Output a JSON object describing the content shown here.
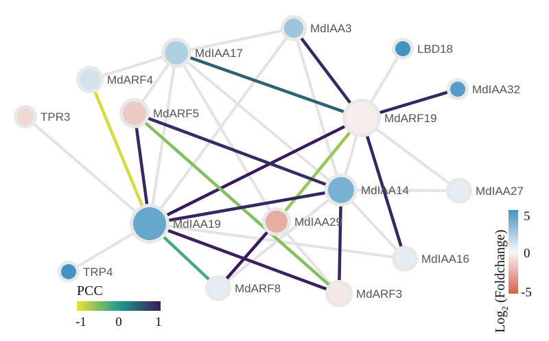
{
  "network": {
    "nodes": [
      {
        "id": "MdIAA3",
        "label": "MdIAA3",
        "log2fc": 2.5
      },
      {
        "id": "LBD18",
        "label": "LBD18",
        "log2fc": 5.0
      },
      {
        "id": "MdIAA17",
        "label": "MdIAA17",
        "log2fc": 2.0
      },
      {
        "id": "MdIAA32",
        "label": "MdIAA32",
        "log2fc": 4.5
      },
      {
        "id": "MdARF4",
        "label": "MdARF4",
        "log2fc": 1.0
      },
      {
        "id": "TPR3",
        "label": "TPR3",
        "log2fc": -1.0
      },
      {
        "id": "MdARF5",
        "label": "MdARF5",
        "log2fc": -1.5
      },
      {
        "id": "MdARF19",
        "label": "MdARF19",
        "log2fc": -0.3
      },
      {
        "id": "MdIAA14",
        "label": "MdIAA14",
        "log2fc": 3.5
      },
      {
        "id": "MdIAA27",
        "label": "MdIAA27",
        "log2fc": 0.5
      },
      {
        "id": "MdIAA19",
        "label": "MdIAA19",
        "log2fc": 4.0
      },
      {
        "id": "MdIAA29",
        "label": "MdIAA29",
        "log2fc": -2.5
      },
      {
        "id": "MdIAA16",
        "label": "MdIAA16",
        "log2fc": 0.5
      },
      {
        "id": "TRP4",
        "label": "TRP4",
        "log2fc": 5.0
      },
      {
        "id": "MdARF8",
        "label": "MdARF8",
        "log2fc": 0.5
      },
      {
        "id": "MdARF3",
        "label": "MdARF3",
        "log2fc": -0.5
      }
    ],
    "edges": [
      {
        "source": "MdIAA17",
        "target": "MdARF4",
        "pcc": null
      },
      {
        "source": "MdIAA17",
        "target": "MdARF5",
        "pcc": null
      },
      {
        "source": "MdIAA17",
        "target": "MdIAA19",
        "pcc": null
      },
      {
        "source": "MdIAA17",
        "target": "MdIAA29",
        "pcc": null
      },
      {
        "source": "MdIAA17",
        "target": "MdIAA14",
        "pcc": null
      },
      {
        "source": "MdIAA17",
        "target": "MdIAA3",
        "pcc": null
      },
      {
        "source": "MdIAA3",
        "target": "MdIAA19",
        "pcc": null
      },
      {
        "source": "MdIAA3",
        "target": "MdIAA14",
        "pcc": null
      },
      {
        "source": "LBD18",
        "target": "MdARF19",
        "pcc": null
      },
      {
        "source": "MdARF19",
        "target": "MdIAA27",
        "pcc": null
      },
      {
        "source": "MdARF19",
        "target": "MdIAA14",
        "pcc": null
      },
      {
        "source": "MdARF4",
        "target": "MdIAA19",
        "pcc": null
      },
      {
        "source": "TPR3",
        "target": "MdIAA19",
        "pcc": null
      },
      {
        "source": "MdIAA14",
        "target": "MdIAA27",
        "pcc": null
      },
      {
        "source": "MdIAA14",
        "target": "MdIAA16",
        "pcc": null
      },
      {
        "source": "MdIAA14",
        "target": "MdARF8",
        "pcc": null
      },
      {
        "source": "MdIAA19",
        "target": "MdIAA16",
        "pcc": null
      },
      {
        "source": "MdIAA19",
        "target": "TRP4",
        "pcc": null
      },
      {
        "source": "MdIAA29",
        "target": "MdARF3",
        "pcc": null
      },
      {
        "source": "MdIAA17",
        "target": "MdARF19",
        "pcc": 0.45
      },
      {
        "source": "MdIAA3",
        "target": "MdARF19",
        "pcc": 0.9
      },
      {
        "source": "MdARF19",
        "target": "MdIAA32",
        "pcc": 0.9
      },
      {
        "source": "MdARF19",
        "target": "MdIAA16",
        "pcc": 0.9
      },
      {
        "source": "MdARF19",
        "target": "MdIAA19",
        "pcc": 1.0
      },
      {
        "source": "MdARF19",
        "target": "MdIAA29",
        "pcc": -0.6
      },
      {
        "source": "MdARF4",
        "target": "MdIAA19",
        "pcc": -0.9
      },
      {
        "source": "MdARF5",
        "target": "MdIAA19",
        "pcc": 0.9
      },
      {
        "source": "MdARF5",
        "target": "MdIAA14",
        "pcc": 0.85
      },
      {
        "source": "MdARF5",
        "target": "MdARF3",
        "pcc": -0.5
      },
      {
        "source": "MdIAA14",
        "target": "MdIAA19",
        "pcc": 0.9
      },
      {
        "source": "MdIAA14",
        "target": "MdARF3",
        "pcc": 0.9
      },
      {
        "source": "MdIAA29",
        "target": "MdARF8",
        "pcc": 1.0
      },
      {
        "source": "MdIAA19",
        "target": "MdARF8",
        "pcc": -0.2
      },
      {
        "source": "MdIAA19",
        "target": "MdARF3",
        "pcc": 0.95
      }
    ]
  },
  "legend_pcc": {
    "title": "PCC",
    "ticks": [
      "-1",
      "0",
      "1"
    ],
    "stops": [
      "#e9e334",
      "#1f9c89",
      "#3a1a5c"
    ]
  },
  "legend_fc": {
    "title_prefix": "Log",
    "title_sub": "2",
    "title_suffix": " (Foldchange)",
    "ticks": [
      "5",
      "0",
      "-5"
    ],
    "stops": [
      "#4393c3",
      "#f7f7f7",
      "#d6604d"
    ]
  },
  "colors": {
    "background": "#ffffff",
    "edge_neutral": "#e3e3e3",
    "node_halo": "#e8e8e8",
    "label": "#555555"
  }
}
